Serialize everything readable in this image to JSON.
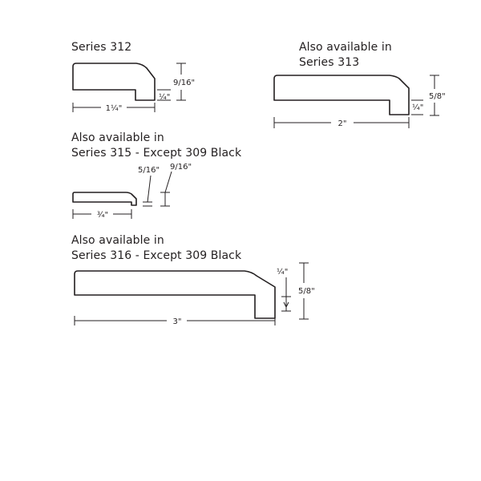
{
  "profiles": {
    "series_312": {
      "title": "Series 312",
      "width": "1¼\"",
      "height": "9/16\"",
      "lip": "¼\""
    },
    "series_313": {
      "title_line1": "Also available in",
      "title_line2": "Series 313",
      "width": "2\"",
      "height": "5/8\"",
      "lip": "¼\""
    },
    "series_315": {
      "title_line1": "Also available in",
      "title_line2": "Series 315 - Except 309 Black",
      "width": "¾\"",
      "height": "9/16\"",
      "lip": "5/16\""
    },
    "series_316": {
      "title_line1": "Also available in",
      "title_line2": "Series 316 - Except 309 Black",
      "width": "3\"",
      "height": "5/8\"",
      "lip": "¼\""
    }
  },
  "colors": {
    "line": "#231f20",
    "background": "#ffffff"
  }
}
